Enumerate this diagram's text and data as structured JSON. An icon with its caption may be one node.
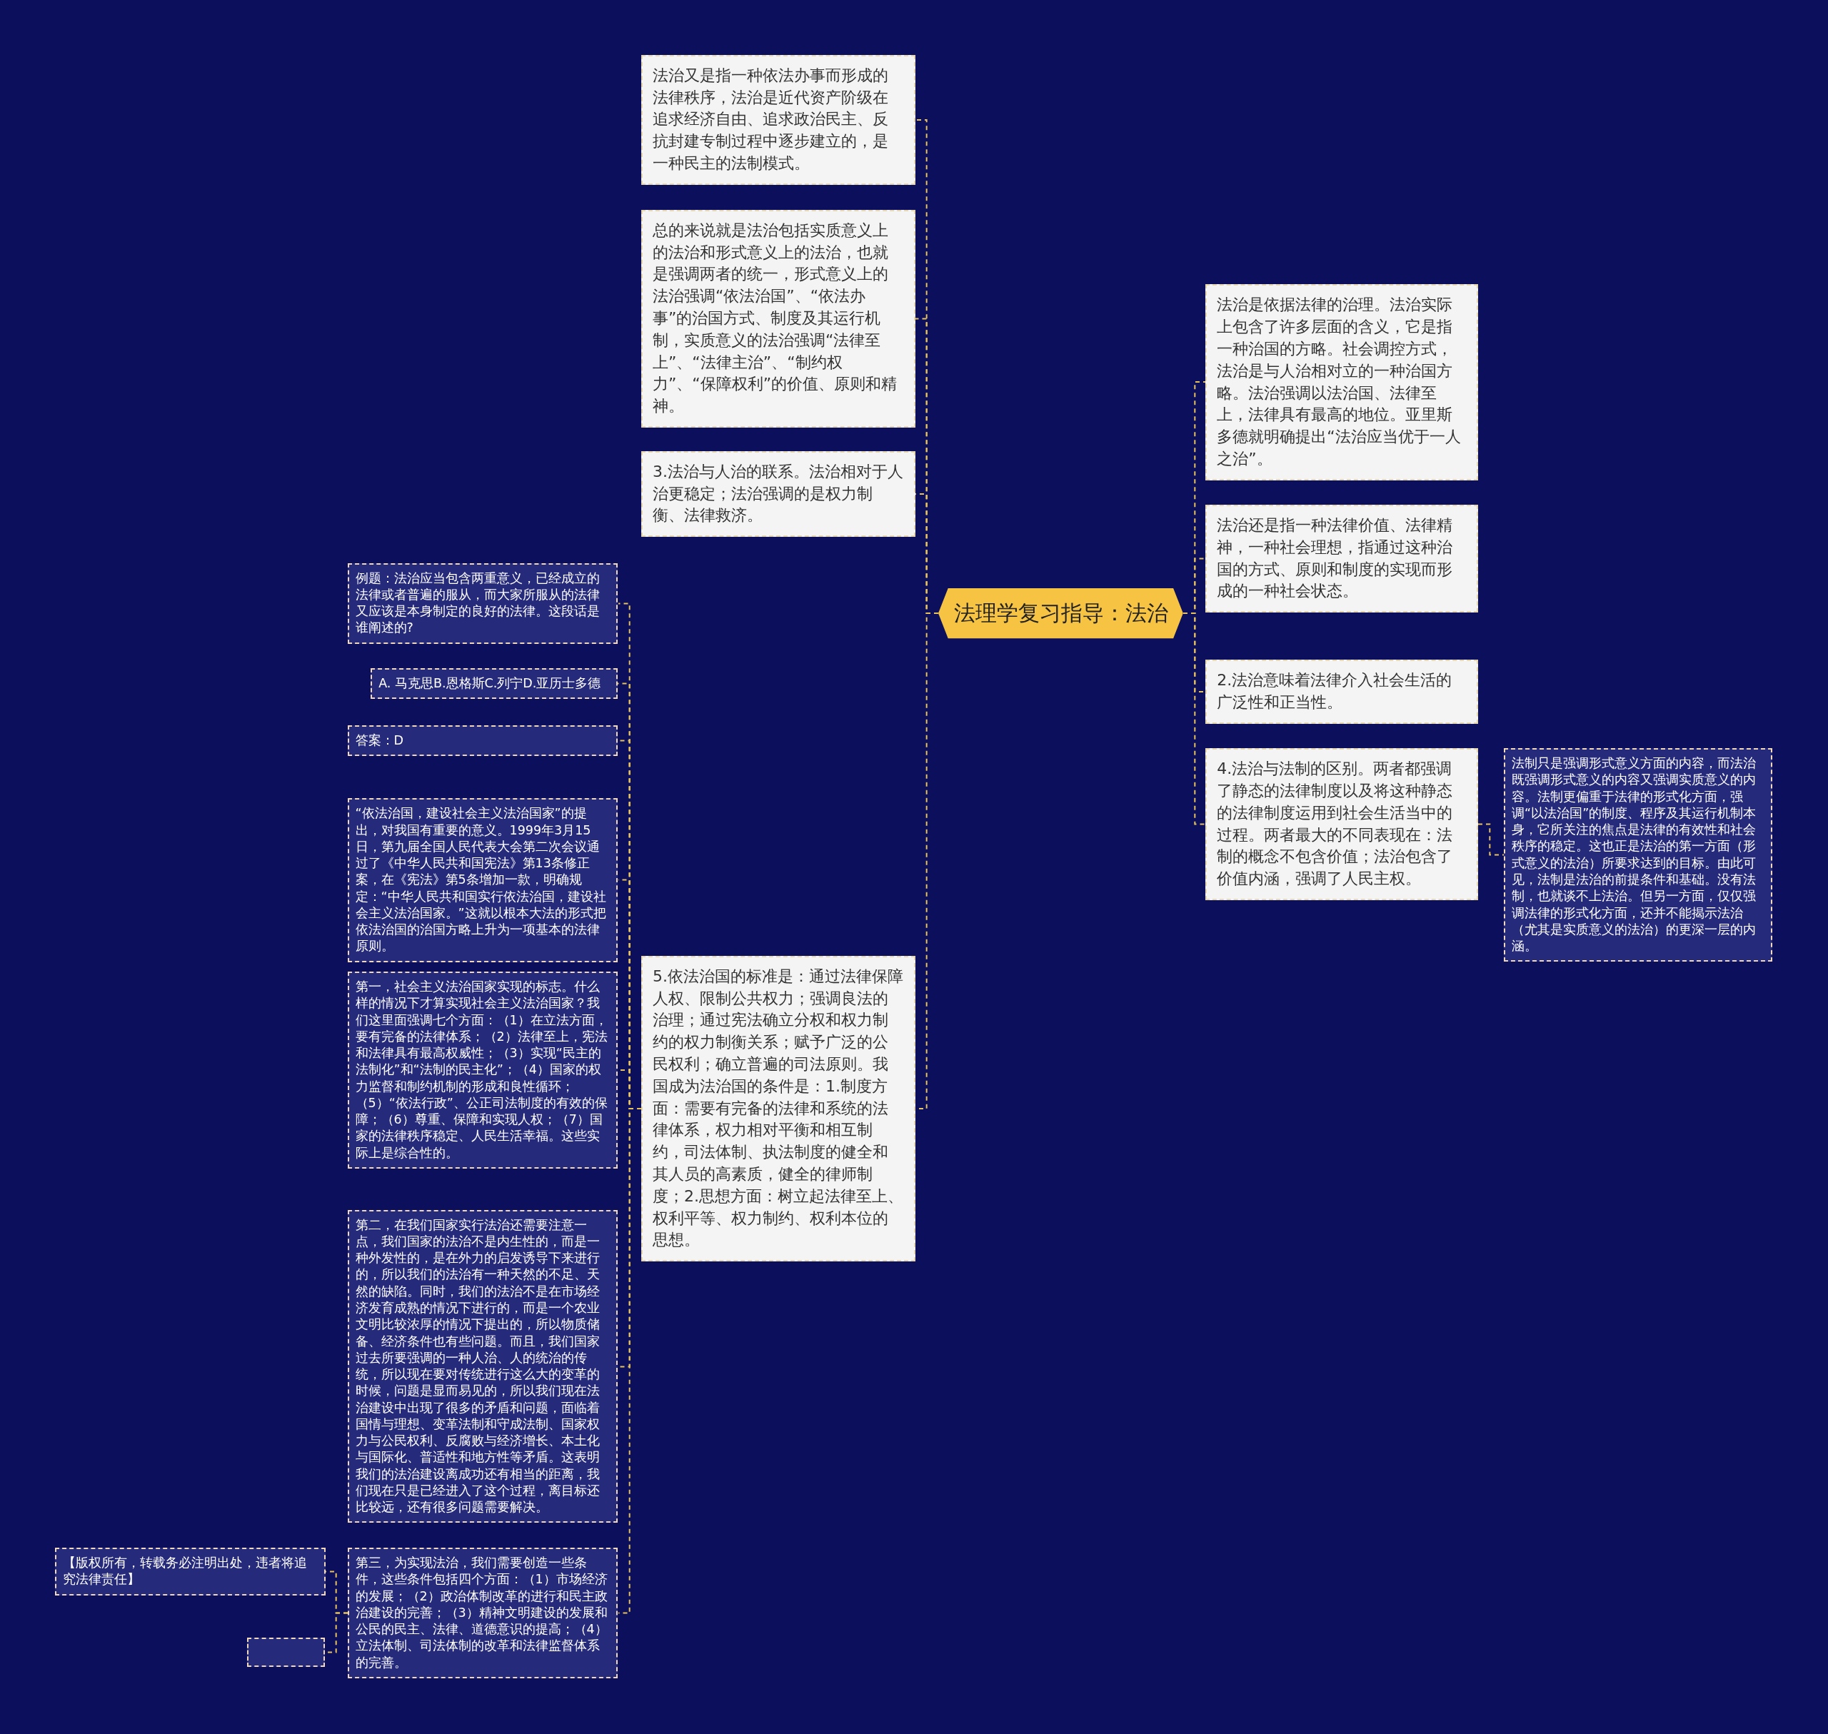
{
  "diagram": {
    "nodes": [
      {
        "text": [
          "法理学复习指导：法治"
        ]
      },
      {
        "text": [
          "法治又是指一种依法办事而形成的法律秩序，法治是近代资产阶级在追求经济自由、追求政治民主、反抗封建专制过程中逐步建立的，是一种民主的法制模式。"
        ]
      },
      {
        "text": [
          "总的来说就是法治包括实质意义上的法治和形式意义上的法治，也就是强调两者的统一，形式意义上的法治强调“依法治国”、“依法办事”的治国方式、制度及其运行机制，实质意义的法治强调“法律至上”、“法律主治”、“制约权力”、“保障权利”的价值、原则和精神。"
        ]
      },
      {
        "text": [
          "3.法治与人治的联系。法治相对于人治更稳定；法治强调的是权力制衡、法律救济。"
        ]
      },
      {
        "text": [
          "5.依法治国的标准是：通过法律保障人权、限制公共权力；强调良法的治理；通过宪法确立分权和权力制约的权力制衡关系；赋予广泛的公民权利；确立普遍的司法原则。我国成为法治国的条件是：1.制度方面：需要有完备的法律和系统的法律体系，权力相对平衡和相互制约，司法体制、执法制度的健全和其人员的高素质，健全的律师制度；2.思想方面：树立起法律至上、权利平等、权力制约、权利本位的思想。"
        ]
      },
      {
        "text": [
          "例题：法治应当包含两重意义，已经成立的法律或者普遍的服从，而大家所服从的法律又应该是本身制定的良好的法律。这段话是谁阐述的?"
        ]
      },
      {
        "text": [
          "A. 马克思B.恩格斯C.列宁D.亚历士多德"
        ]
      },
      {
        "text": [
          "答案：D"
        ]
      },
      {
        "text": [
          "“依法治国，建设社会主义法治国家”的提出，对我国有重要的意义。1999年3月15日，第九届全国人民代表大会第二次会议通过了《中华人民共和国宪法》第13条修正案，在《宪法》第5条增加一款，明确规定：“中华人民共和国实行依法治国，建设社会主义法治国家。”这就以根本大法的形式把依法治国的治国方略上升为一项基本的法律原则。"
        ]
      },
      {
        "text": [
          "第一，社会主义法治国家实现的标志。什么样的情况下才算实现社会主义法治国家？我们这里面强调七个方面：（1）在立法方面，要有完备的法律体系；（2）法律至上，宪法和法律具有最高权威性；（3）实现“民主的法制化”和“法制的民主化”；（4）国家的权力监督和制约机制的形成和良性循环；（5）“依法行政”、公正司法制度的有效的保障；（6）尊重、保障和实现人权；（7）国家的法律秩序稳定、人民生活幸福。这些实际上是综合性的。"
        ]
      },
      {
        "text": [
          "第二，在我们国家实行法治还需要注意一点，我们国家的法治不是内生性的，而是一种外发性的，是在外力的启发诱导下来进行的，所以我们的法治有一种天然的不足、天然的缺陷。同时，我们的法治不是在市场经济发育成熟的情况下进行的，而是一个农业文明比较浓厚的情况下提出的，所以物质储备、经济条件也有些问题。而且，我们国家过去所要强调的一种人治、人的统治的传统，所以现在要对传统进行这么大的变革的时候，问题是显而易见的，所以我们现在法治建设中出现了很多的矛盾和问题，面临着国情与理想、变革法制和守成法制、国家权力与公民权利、反腐败与经济增长、本土化与国际化、普适性和地方性等矛盾。这表明我们的法治建设离成功还有相当的距离，我们现在只是已经进入了这个过程，离目标还比较远，还有很多问题需要解决。"
        ]
      },
      {
        "text": [
          "第三，为实现法治，我们需要创造一些条件，这些条件包括四个方面：（1）市场经济的发展；（2）政治体制改革的进行和民主政治建设的完善；（3）精神文明建设的发展和公民的民主、法律、道德意识的提高；（4）立法体制、司法体制的改革和法律监督体系的完善。"
        ]
      },
      {
        "text": [
          "【版权所有，转载务必注明出处，违者将追究法律责任】"
        ]
      },
      {
        "text": [],
        "shape": "box"
      },
      {
        "text": [
          "法治是依据法律的治理。法治实际上包含了许多层面的含义，它是指一种治国的方略。社会调控方式，法治是与人治相对立的一种治国方略。法治强调以法治国、法律至上，法律具有最高的地位。亚里斯多德就明确提出“法治应当优于一人之治”。"
        ]
      },
      {
        "text": [
          "法治还是指一种法律价值、法律精神，一种社会理想，指通过这种治国的方式、原则和制度的实现而形成的一种社会状态。"
        ]
      },
      {
        "text": [
          "2.法治意味着法律介入社会生活的广泛性和正当性。"
        ]
      },
      {
        "text": [
          "4.法治与法制的区别。两者都强调了静态的法律制度以及将这种静态的法律制度运用到社会生活当中的过程。两者最大的不同表现在：法制的概念不包含价值；法治包含了价值内涵，强调了人民主权。"
        ]
      },
      {
        "text": [
          "法制只是强调形式意义方面的内容，而法治既强调形式意义的内容又强调实质意义的内容。法制更偏重于法律的形式化方面，强调“以法治国”的制度、程序及其运行机制本身，它所关注的焦点是法律的有效性和社会秩序的稳定。这也正是法治的第一方面（形式意义的法治）所要求达到的目标。由此可见，法制是法治的前提条件和基础。没有法制，也就谈不上法治。但另一方面，仅仅强调法律的形式化方面，还并不能揭示法治（尤其是实质意义的法治）的更深一层的内涵。"
        ]
      }
    ],
    "edges": [
      {
        "from": 0,
        "to": 1,
        "arrow": "none"
      },
      {
        "from": 0,
        "to": 2,
        "arrow": "none"
      },
      {
        "from": 0,
        "to": 3,
        "arrow": "none"
      },
      {
        "from": 0,
        "to": 4,
        "arrow": "none"
      },
      {
        "from": 4,
        "to": 5,
        "arrow": "none"
      },
      {
        "from": 4,
        "to": 6,
        "arrow": "none"
      },
      {
        "from": 4,
        "to": 7,
        "arrow": "none"
      },
      {
        "from": 4,
        "to": 8,
        "arrow": "none"
      },
      {
        "from": 4,
        "to": 9,
        "arrow": "none"
      },
      {
        "from": 4,
        "to": 10,
        "arrow": "none"
      },
      {
        "from": 4,
        "to": 11,
        "arrow": "none"
      },
      {
        "from": 11,
        "to": 12,
        "arrow": "none"
      },
      {
        "from": 11,
        "to": 13,
        "arrow": "none"
      },
      {
        "from": 0,
        "to": 14,
        "arrow": "none"
      },
      {
        "from": 0,
        "to": 15,
        "arrow": "none"
      },
      {
        "from": 0,
        "to": 16,
        "arrow": "none"
      },
      {
        "from": 0,
        "to": 17,
        "arrow": "none"
      },
      {
        "from": 17,
        "to": 18,
        "arrow": "none"
      }
    ]
  }
}
